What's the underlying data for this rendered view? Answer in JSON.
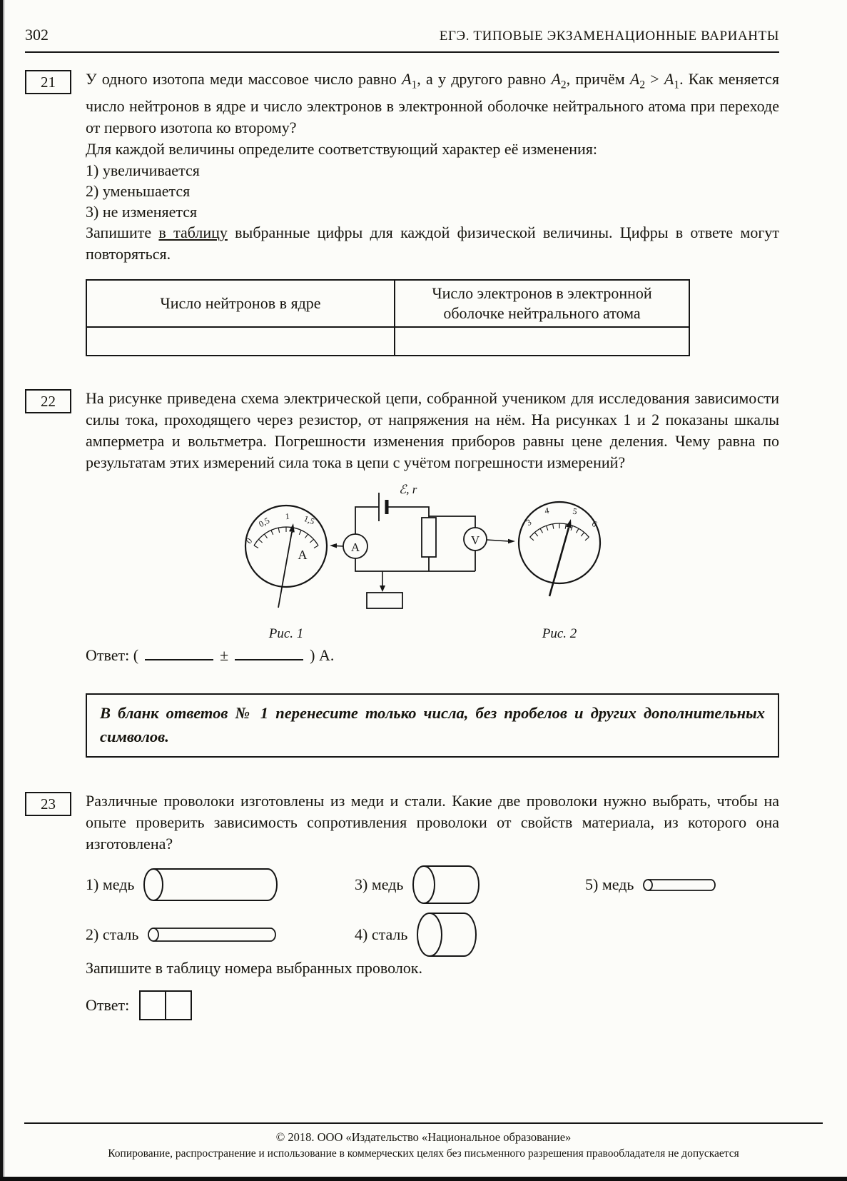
{
  "page": {
    "number": "302",
    "header_title": "ЕГЭ. ТИПОВЫЕ ЭКЗАМЕНАЦИОННЫЕ ВАРИАНТЫ"
  },
  "q21": {
    "number": "21",
    "intro": {
      "t1": "У одного изотопа меди массовое число равно ",
      "a1": "A",
      "s1": "1",
      "t2": ", а у другого равно ",
      "a2": "A",
      "s2": "2",
      "t3": ", причём ",
      "a3": "A",
      "s3": "2",
      "t4": " > ",
      "a4": "A",
      "s4": "1",
      "t5": ". Как меняется число нейтронов в ядре и число электронов в электронной оболочке нейтрального атома при переходе от первого изотопа ко второму?"
    },
    "prompt": "Для каждой величины определите соответствующий характер её изменения:",
    "options": [
      "1) увеличивается",
      "2) уменьшается",
      "3) не изменяется"
    ],
    "instruction": {
      "pre": "Запишите ",
      "underlined": "в таблицу",
      "post": " выбранные цифры для каждой физической величины. Цифры в ответе могут повторяться."
    },
    "table": {
      "col1": "Число нейтронов в ядре",
      "col2": "Число электронов в электронной оболочке нейтрального атома"
    }
  },
  "q22": {
    "number": "22",
    "text": "На рисунке приведена схема электрической цепи, собранной учеником для исследования зависимости силы тока, проходящего через резистор, от напряжения на нём. На рисунках 1 и 2 показаны шкалы амперметра и вольтметра. Погрешности изменения приборов равны цене деления. Чему равна по результатам этих измерений сила тока в цепи с учётом погрешности измерений?",
    "figure": {
      "battery_label": "ℰ, r",
      "ammeter_symbol": "A",
      "voltmeter_symbol": "V",
      "ammeter_unit": "A",
      "ammeter_scale": [
        "0",
        "0,5",
        "1",
        "1,5"
      ],
      "voltmeter_scale": [
        "3",
        "4",
        "5",
        "6"
      ],
      "caption1": "Рис. 1",
      "caption2": "Рис. 2"
    },
    "answer": {
      "open": "Ответ: (",
      "pm": "±",
      "close": ") А."
    },
    "note": "В бланк ответов № 1 перенесите только числа, без пробелов и других дополнительных символов."
  },
  "q23": {
    "number": "23",
    "text": "Различные проволоки изготовлены из меди и стали. Какие две проволоки нужно выбрать, чтобы на опыте проверить зависимость сопротивления проволоки от свойств материала, из которого она изготовлена?",
    "wires": [
      {
        "label": "1) медь"
      },
      {
        "label": "2) сталь"
      },
      {
        "label": "3) медь"
      },
      {
        "label": "4) сталь"
      },
      {
        "label": "5) медь"
      }
    ],
    "instruction": "Запишите в таблицу номера выбранных проволок.",
    "answer_label": "Ответ:"
  },
  "footer": {
    "copyright": "© 2018. ООО «Издательство «Национальное образование»",
    "notice": "Копирование, распространение и использование в коммерческих целях без письменного разрешения правообладателя не допускается"
  }
}
